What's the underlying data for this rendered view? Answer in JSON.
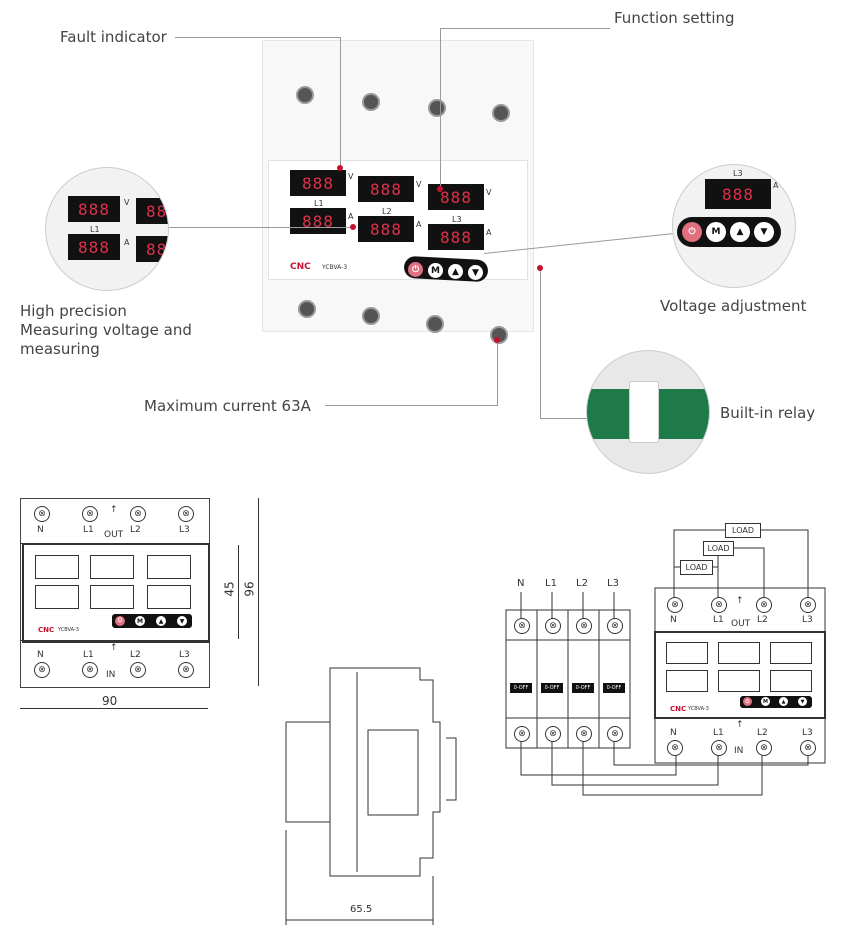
{
  "callouts": {
    "fault_indicator": "Fault indicator",
    "function_setting": "Function setting",
    "high_precision": "High precision",
    "measuring_1": "Measuring voltage and",
    "measuring_2": "measuring",
    "voltage_adjustment": "Voltage adjustment",
    "max_current": "Maximum current 63A",
    "builtin_relay": "Built-in relay"
  },
  "device": {
    "display_value": "888",
    "brand": "CNC",
    "model": "YCBVA-3",
    "unit_v": "V",
    "unit_a": "A",
    "phase_labels": [
      "L1",
      "L2",
      "L3"
    ],
    "buttons": [
      "⏻",
      "M",
      "▲",
      "▼"
    ]
  },
  "front_view": {
    "top_terminals": [
      "N",
      "L1",
      "L2",
      "L3"
    ],
    "top_label": "OUT",
    "bottom_terminals": [
      "N",
      "L1",
      "L2",
      "L3"
    ],
    "bottom_label": "IN",
    "dim_height_inner": "45",
    "dim_height_outer": "96",
    "dim_width": "90"
  },
  "side_view": {
    "dim_depth": "65.5"
  },
  "wiring": {
    "breaker_terminals": [
      "N",
      "L1",
      "L2",
      "L3"
    ],
    "breaker_handle": "0-OFF",
    "loads": [
      "LOAD",
      "LOAD",
      "LOAD"
    ],
    "out_label": "OUT",
    "in_label": "IN",
    "device_terminals": [
      "N",
      "L1",
      "L2",
      "L3"
    ]
  }
}
